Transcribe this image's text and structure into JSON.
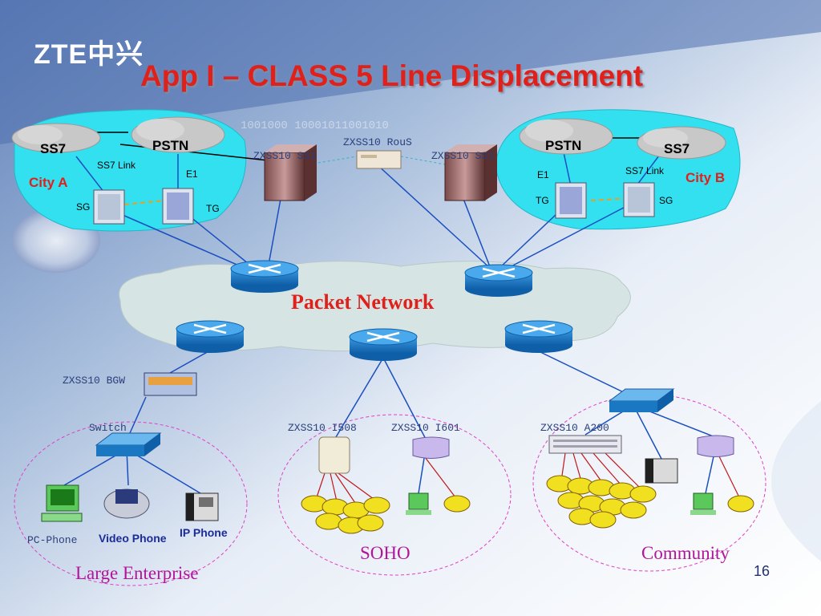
{
  "logo": {
    "text": "ZTE中兴"
  },
  "title": "App I – CLASS 5 Line Displacement",
  "page_number": "16",
  "city_a": {
    "name": "City A",
    "ss7": "SS7",
    "pstn": "PSTN",
    "ss7_link": "SS7 Link",
    "e1": "E1",
    "sg": "SG",
    "tg": "TG"
  },
  "city_b": {
    "name": "City B",
    "ss7": "SS7",
    "pstn": "PSTN",
    "ss7_link": "SS7 Link",
    "e1": "E1",
    "sg": "SG",
    "tg": "TG"
  },
  "core": {
    "rous": "ZXSS10 RouS",
    "ss1_left": "ZXSS10 SS1",
    "ss1_right": "ZXSS10 SS1",
    "packet_network": "Packet Network"
  },
  "enterprise": {
    "bgw": "ZXSS10 BGW",
    "switch": "Switch",
    "pc_phone": "PC-Phone",
    "video_phone": "Video Phone",
    "ip_phone": "IP Phone",
    "group": "Large Enterprise"
  },
  "soho": {
    "i508": "ZXSS10 I508",
    "i601": "ZXSS10 I601",
    "group": "SOHO"
  },
  "community": {
    "a200": "ZXSS10 A200",
    "group": "Community"
  },
  "colors": {
    "title_red": "#e0201a",
    "cyan": "#33e0f0",
    "router_blue": "#1a78c2",
    "group_purple": "#b0169a",
    "label_blue": "#1b2c9a"
  }
}
